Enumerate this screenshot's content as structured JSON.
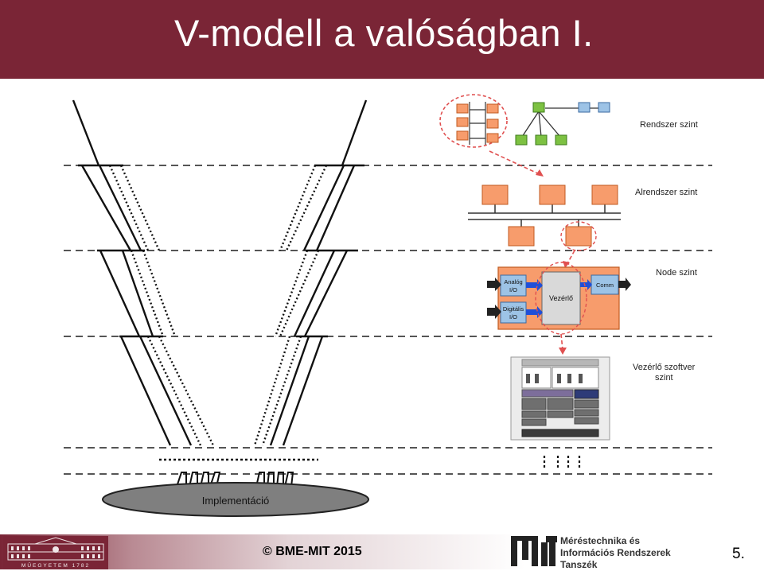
{
  "title": "V-modell a valóságban I.",
  "levels": {
    "rendszer": "Rendszer szint",
    "alrendszer": "Alrendszer szint",
    "node": "Node szint",
    "vezerlo_szoftver_1": "Vezérlő szoftver",
    "vezerlo_szoftver_2": "szint"
  },
  "implementation": "Implementáció",
  "node_blocks": {
    "analog_1": "Analóg",
    "analog_2": "I/O",
    "digital_1": "Digitális",
    "digital_2": "I/O",
    "controller": "Vezérlő",
    "comm": "Comm"
  },
  "colors": {
    "brand": "#7a2536",
    "orange": "#f79c6c",
    "green": "#7dc142",
    "blue": "#9dc3e6",
    "arrow_red": "#e05050"
  },
  "footer": {
    "copyright": "© BME-MIT 2015",
    "dept_line1": "Méréstechnika és",
    "dept_line2": "Információs Rendszerek",
    "dept_line3": "Tanszék",
    "university": "MŰEGYETEM 1782",
    "page": "5."
  }
}
